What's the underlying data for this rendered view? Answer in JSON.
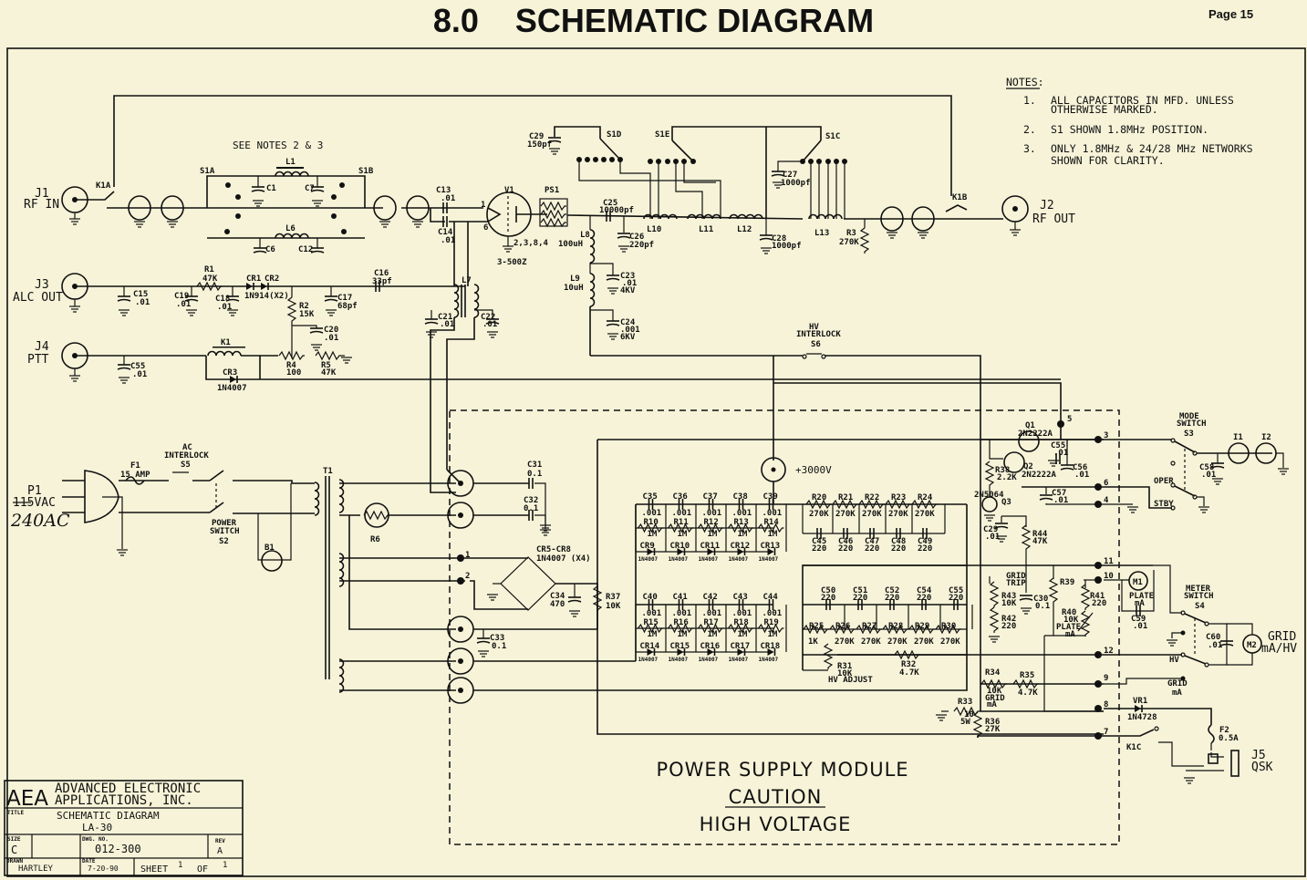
{
  "header": {
    "section": "8.0",
    "title": "SCHEMATIC DIAGRAM",
    "page": "Page 15"
  },
  "notes": {
    "heading": "NOTES:",
    "items": [
      {
        "num": "1.",
        "line1": "ALL CAPACITORS IN MFD. UNLESS",
        "line2": "OTHERWISE MARKED."
      },
      {
        "num": "2.",
        "line1": "S1 SHOWN 1.8MHz POSITION.",
        "line2": ""
      },
      {
        "num": "3.",
        "line1": "ONLY 1.8MHz & 24/28 MHz NETWORKS",
        "line2": "SHOWN FOR CLARITY."
      }
    ]
  },
  "see_notes": "SEE NOTES 2 & 3",
  "connectors": {
    "j1": {
      "ref": "J1",
      "name": "RF IN"
    },
    "j2": {
      "ref": "J2",
      "name": "RF OUT"
    },
    "j3": {
      "ref": "J3",
      "name": "ALC OUT"
    },
    "j4": {
      "ref": "J4",
      "name": "PTT"
    },
    "j5": {
      "ref": "J5",
      "name": "QSK"
    },
    "p1": {
      "ref": "P1",
      "name": "115VAC",
      "handwritten": "240AC"
    }
  },
  "components": {
    "k1a": "K1A",
    "k1b": "K1B",
    "k1c": "K1C",
    "k1": "K1",
    "s1a": "S1A",
    "s1b": "S1B",
    "s1c": "S1C",
    "s1d": "S1D",
    "s1e": "S1E",
    "l1": "L1",
    "l6": "L6",
    "c1": "C1",
    "c7": "C7",
    "c6": "C6",
    "c12": "C12",
    "c13": {
      "ref": "C13",
      "val": ".01"
    },
    "c14": {
      "ref": "C14",
      "val": ".01"
    },
    "v1": {
      "ref": "V1",
      "pins1": "1",
      "pins6": "6",
      "grid": "2,3,8,4",
      "type": "3-500Z"
    },
    "ps1": "PS1",
    "c29a": {
      "ref": "C29",
      "val": "150pf"
    },
    "c25": {
      "ref": "C25",
      "val": "10000pf"
    },
    "c26": {
      "ref": "C26",
      "val": "220pf"
    },
    "l8": {
      "ref": "L8",
      "val": "100uH"
    },
    "l9": {
      "ref": "L9",
      "val": "10uH"
    },
    "c23": {
      "ref": "C23",
      "val": ".01",
      "rating": "4KV"
    },
    "c24": {
      "ref": "C24",
      "val": ".001",
      "rating": "6KV"
    },
    "l10": "L10",
    "l11": "L11",
    "l12": "L12",
    "l13": "L13",
    "c27": {
      "ref": "C27",
      "val": "1000pf"
    },
    "c28": {
      "ref": "C28",
      "val": "1000pf"
    },
    "r3": {
      "ref": "R3",
      "val": "270K"
    },
    "c15": {
      "ref": "C15",
      "val": ".01"
    },
    "c19": {
      "ref": "C19",
      "val": ".01"
    },
    "r1": {
      "ref": "R1",
      "val": "47K"
    },
    "c18": {
      "ref": "C18",
      "val": ".01"
    },
    "cr1": "CR1",
    "cr2": "CR2",
    "cr12type": "1N914(X2)",
    "c16": {
      "ref": "C16",
      "val": "33pf"
    },
    "c17": {
      "ref": "C17",
      "val": "68pf"
    },
    "r2": {
      "ref": "R2",
      "val": "15K"
    },
    "c20": {
      "ref": "C20",
      "val": ".01"
    },
    "l7": "L7",
    "c21": {
      "ref": "C21",
      "val": ".01"
    },
    "c22": {
      "ref": "C22",
      "val": ".01"
    },
    "c55a": {
      "ref": "C55",
      "val": ".01"
    },
    "r4": {
      "ref": "R4",
      "val": "100"
    },
    "r5": {
      "ref": "R5",
      "val": "47K"
    },
    "cr3": {
      "ref": "CR3",
      "val": "1N4007"
    },
    "s6": {
      "line1": "HV",
      "line2": "INTERLOCK",
      "ref": "S6"
    },
    "hv": "+3000V",
    "f1": {
      "ref": "F1",
      "val": "15 AMP"
    },
    "s5": {
      "line1": "AC",
      "line2": "INTERLOCK",
      "ref": "S5"
    },
    "s2": {
      "line1": "POWER",
      "line2": "SWITCH",
      "ref": "S2"
    },
    "b1": "B1",
    "t1": "T1",
    "r6": "R6",
    "c31": {
      "ref": "C31",
      "val": "0.1"
    },
    "c32": {
      "ref": "C32",
      "val": "0.1"
    },
    "c33": {
      "ref": "C33",
      "val": "0.1"
    },
    "bridge": {
      "ref": "CR5-CR8",
      "val": "1N4007 (X4)"
    },
    "c34": {
      "ref": "C34",
      "val": "470"
    },
    "r37": {
      "ref": "R37",
      "val": "10K"
    },
    "ladder_top_caps": [
      "C35",
      "C36",
      "C37",
      "C38",
      "C39"
    ],
    "ladder_top_res": [
      "R10",
      "R11",
      "R12",
      "R13",
      "R14"
    ],
    "ladder_top_diodes": [
      "CR9",
      "CR10",
      "CR11",
      "CR12",
      "CR13"
    ],
    "ladder_bot_caps": [
      "C40",
      "C41",
      "C42",
      "C43",
      "C44"
    ],
    "ladder_bot_res": [
      "R15",
      "R16",
      "R17",
      "R18",
      "R19"
    ],
    "ladder_bot_diodes": [
      "CR14",
      "CR15",
      "CR16",
      "CR17",
      "CR18"
    ],
    "ladder_cap_val": ".001",
    "ladder_res_val": "1M",
    "ladder_diode_val": "1N4007",
    "div_top_res": [
      "R20",
      "R21",
      "R22",
      "R23",
      "R24"
    ],
    "div_top_caps": [
      "C45",
      "C46",
      "C47",
      "C48",
      "C49"
    ],
    "div_bot_caps": [
      "C50",
      "C51",
      "C52",
      "C54",
      "C55"
    ],
    "div_bot_res": [
      "R25",
      "R26",
      "R27",
      "R28",
      "R29",
      "R30"
    ],
    "div_bot_res_vals": [
      "1K",
      "270K",
      "270K",
      "270K",
      "270K",
      "270K"
    ],
    "div_res_val": "270K",
    "div_cap_val": "220",
    "r31": {
      "ref": "R31",
      "val": "10K",
      "name": "HV ADJUST"
    },
    "r32": {
      "ref": "R32",
      "val": "4.7K"
    },
    "q1": {
      "ref": "Q1",
      "val": "2N2222A"
    },
    "q2": {
      "ref": "Q2",
      "val": "2N2222A"
    },
    "q3": {
      "ref": "Q3",
      "val": "2N5064"
    },
    "r38": {
      "ref": "R38",
      "val": "2.2K"
    },
    "c55b": {
      "ref": "C55",
      "val": ".01"
    },
    "c56": {
      "ref": "C56",
      "val": ".01"
    },
    "c57": {
      "ref": "C57",
      "val": ".01"
    },
    "c29b": {
      "ref": "C29",
      "val": ".01"
    },
    "r44": {
      "ref": "R44",
      "val": "47K"
    },
    "s3": {
      "line1": "MODE",
      "line2": "SWITCH",
      "ref": "S3",
      "oper": "OPER",
      "stby": "STBY"
    },
    "i1": "I1",
    "i2": "I2",
    "c58": {
      "ref": "C58",
      "val": ".01"
    },
    "grid_trip": {
      "line1": "GRID",
      "line2": "TRIP"
    },
    "r43": {
      "ref": "R43",
      "val": "10K"
    },
    "r42": {
      "ref": "R42",
      "val": "220"
    },
    "c30": {
      "ref": "C30",
      "val": "0.1"
    },
    "r39": "R39",
    "r41": {
      "ref": "R41",
      "val": "220"
    },
    "r40": {
      "ref": "R40",
      "val": "10K",
      "name1": "PLATE",
      "name2": "mA"
    },
    "m1": {
      "ref": "M1",
      "name1": "PLATE",
      "name2": "mA"
    },
    "c59": {
      "ref": "C59",
      "val": ".01"
    },
    "s4": {
      "line1": "METER",
      "line2": "SWITCH",
      "ref": "S4",
      "hv": "HV"
    },
    "c60": {
      "ref": "C60",
      "val": ".01"
    },
    "m2": {
      "ref": "M2",
      "name1": "GRID",
      "name2": "mA/HV"
    },
    "r34": {
      "ref": "R34",
      "val": "10K",
      "name1": "GRID",
      "name2": "mA"
    },
    "r35": {
      "ref": "R35",
      "val": "4.7K"
    },
    "r33": {
      "ref": "R33",
      "val": "10",
      "val2": "5W"
    },
    "r36": {
      "ref": "R36",
      "val": "27K"
    },
    "vr1": {
      "ref": "VR1",
      "val": "1N4728"
    },
    "f2": {
      "ref": "F2",
      "val": "0.5A"
    },
    "gridma": {
      "line1": "GRID",
      "line2": "mA"
    },
    "terminals": [
      "1",
      "2",
      "3",
      "4",
      "5",
      "6",
      "7",
      "8",
      "9",
      "10",
      "11",
      "12"
    ]
  },
  "module": {
    "line1": "POWER SUPPLY MODULE",
    "line2": "CAUTION",
    "line3": "HIGH VOLTAGE"
  },
  "title_block": {
    "logo": "AEA",
    "company1": "ADVANCED ELECTRONIC",
    "company2": "APPLICATIONS, INC.",
    "title_label": "TITLE",
    "title1": "SCHEMATIC DIAGRAM",
    "title2": "LA-30",
    "size_label": "SIZE",
    "size": "C",
    "dwg_label": "DWG. NO.",
    "dwg": "012-300",
    "rev_label": "REV",
    "rev": "A",
    "drawn_label": "DRAWN",
    "drawn": "HARTLEY",
    "date_label": "DATE",
    "date": "7-20-90",
    "sheet_label": "SHEET",
    "sheet": "1",
    "of_label": "OF",
    "of": "1"
  }
}
